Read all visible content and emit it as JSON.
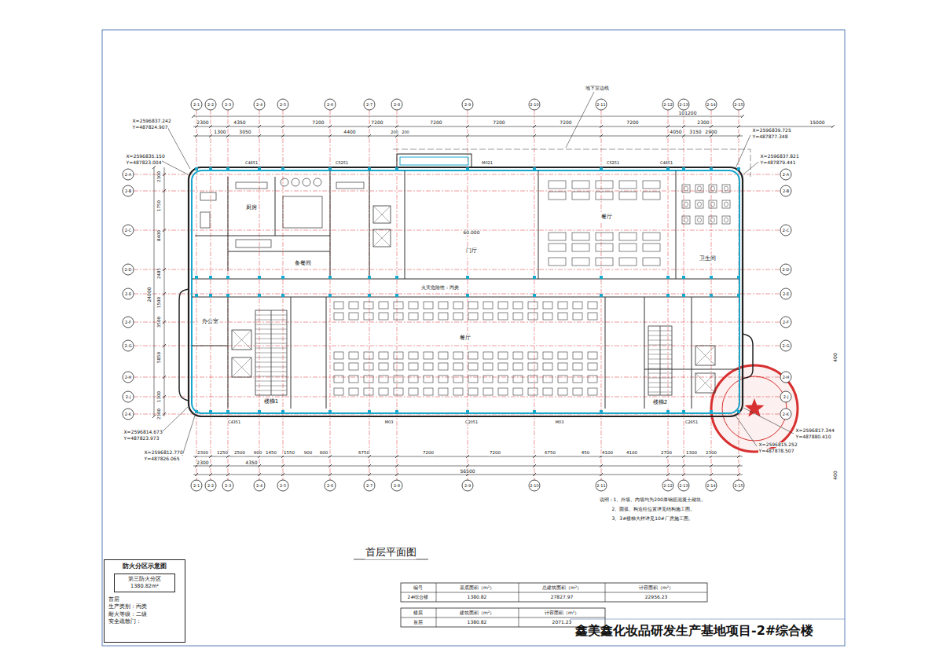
{
  "diagram": {
    "title": "鑫美鑫化妆品研发生产基地项目-2#综合楼",
    "caption": "首层平面图",
    "nodes": [
      {
        "text": [
          "厨房"
        ]
      },
      {
        "text": [
          "备餐间"
        ]
      },
      {
        "text": [
          "门厅"
        ]
      },
      {
        "text": [
          "餐厅"
        ]
      },
      {
        "text": [
          "卫生间"
        ]
      },
      {
        "text": [
          "办公室"
        ]
      },
      {
        "text": [
          "楼梯1"
        ]
      },
      {
        "text": [
          "餐厅"
        ]
      },
      {
        "text": [
          "楼梯2"
        ]
      },
      {
        "text": [
          "防火分区示意图",
          "首层",
          "生产类别：丙类",
          "耐火等级：二级",
          "安全疏散门："
        ]
      },
      {
        "text": [
          "第三防火分区",
          "1380.82m²"
        ],
        "in": 9
      }
    ],
    "labels": [
      "X=2596837.242",
      "Y=487824.907",
      "X=2596835.150",
      "Y=487823.004",
      "X=2596839.725",
      "Y=487877.348",
      "X=2596837.821",
      "Y=487879.441",
      "X=2596814.673",
      "Y=487823.973",
      "X=2596812.770",
      "Y=487826.065",
      "X=2596817.344",
      "Y=487880.410",
      "X=2596815.252",
      "Y=487878.507",
      "2-1",
      "2-2",
      "2-3",
      "2-4",
      "2-5",
      "2-6",
      "2-7",
      "2-8",
      "2-9",
      "2-10",
      "2-11",
      "2-12",
      "2-13",
      "2-14",
      "2-15",
      "2-1",
      "2-2",
      "2-3",
      "2-4",
      "2-5",
      "2-6",
      "2-7",
      "2-8",
      "2-9",
      "2-10",
      "2-11",
      "2-12",
      "2-13",
      "2-14",
      "2-15",
      "2-A",
      "2-B",
      "2-C",
      "2-D",
      "2-E",
      "2-F",
      "2-G",
      "2-H",
      "2-J",
      "2-K",
      "2-A",
      "2-B",
      "2-C",
      "2-D",
      "2-E",
      "2-F",
      "2-G",
      "2-H",
      "2-J",
      "2-K",
      "101200",
      "2300",
      "4350",
      "7200",
      "7200",
      "7200",
      "7200",
      "7200",
      "7200",
      "2300",
      "15000",
      "1300",
      "3050",
      "4400",
      "200",
      "200",
      "4050",
      "3150",
      "2900",
      "2300",
      "1250",
      "2500",
      "900",
      "1450",
      "1550",
      "900",
      "800",
      "6750",
      "7200",
      "7200",
      "6750",
      "450",
      "4100",
      "4100",
      "2700",
      "1300",
      "2300",
      "2300",
      "4350",
      "56500",
      "2300",
      "1750",
      "8400",
      "2485",
      "1500",
      "3500",
      "5850",
      "1300",
      "2300",
      "24000",
      "C4851",
      "C5251",
      "M021",
      "C5251",
      "C4851",
      "C4351",
      "M03",
      "C2051",
      "M03",
      "C2651",
      "地下室边线",
      "火灾危险性：丙类",
      "60.000",
      "400",
      "400",
      "说明：1、外墙、内墙均为200厚钢筋混凝土砌块。",
      "2、圆弧、构造柱位置详见结构施工图。",
      "3、3#楼梯大样详见10#厂房施工图。",
      "编号",
      "基底面积（m²）",
      "总建筑面积（m²）",
      "计容面积（m²）",
      "2#综合楼",
      "1380.82",
      "27827.97",
      "22956.23",
      "楼层",
      "建筑面积（m²）",
      "计容面积（m²）",
      "首层",
      "1380.82",
      "2071.23"
    ]
  }
}
